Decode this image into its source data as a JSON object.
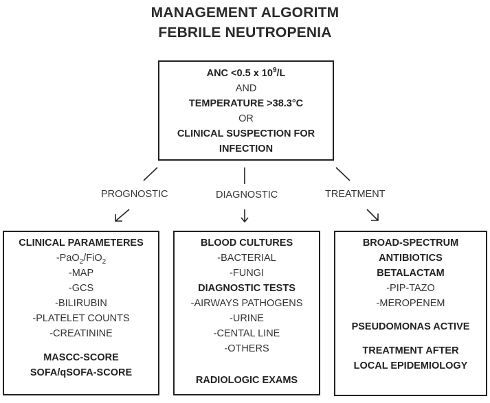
{
  "title": {
    "line1": "MANAGEMENT ALGORITM",
    "line2": "FEBRILE NEUTROPENIA"
  },
  "criteria_box": {
    "anc_prefix": "ANC <0.5 x 10",
    "anc_exp": "9",
    "anc_suffix": "/L",
    "and": "AND",
    "temperature": "TEMPERATURE >38.3°C",
    "or": "OR",
    "suspicion_line1": "CLINICAL SUSPECTION FOR",
    "suspicion_line2": "INFECTION"
  },
  "branches": {
    "prognostic": "PROGNOSTIC",
    "diagnostic": "DIAGNOSTIC",
    "treatment": "TREATMENT"
  },
  "prognostic_box": {
    "heading": "CLINICAL PARAMETERES",
    "pao2_a": "-PaO",
    "pao2_sub1": "2",
    "pao2_b": "/FiO",
    "pao2_sub2": "2",
    "items": [
      "-MAP",
      "-GCS",
      "-BILIRUBIN",
      "-PLATELET COUNTS",
      "-CREATININE"
    ],
    "score1": "MASCC-SCORE",
    "score2": "SOFA/qSOFA-SCORE"
  },
  "diagnostic_box": {
    "heading1": "BLOOD CULTURES",
    "cultures": [
      "-BACTERIAL",
      "-FUNGI"
    ],
    "heading2": "DIAGNOSTIC TESTS",
    "tests": [
      "-AIRWAYS PATHOGENS",
      "-URINE",
      "-CENTAL LINE",
      "-OTHERS"
    ],
    "heading3": "RADIOLOGIC EXAMS"
  },
  "treatment_box": {
    "heading1": "BROAD-SPECTRUM",
    "heading2": "ANTIBIOTICS",
    "heading3": "BETALACTAM",
    "drugs": [
      "-PIP-TAZO",
      "-MEROPENEM"
    ],
    "pseudomonas": "PSEUDOMONAS ACTIVE",
    "after1": "TREATMENT AFTER",
    "after2": "LOCAL EPIDEMIOLOGY"
  },
  "colors": {
    "text": "#222222",
    "border": "#222222",
    "background": "#ffffff"
  }
}
